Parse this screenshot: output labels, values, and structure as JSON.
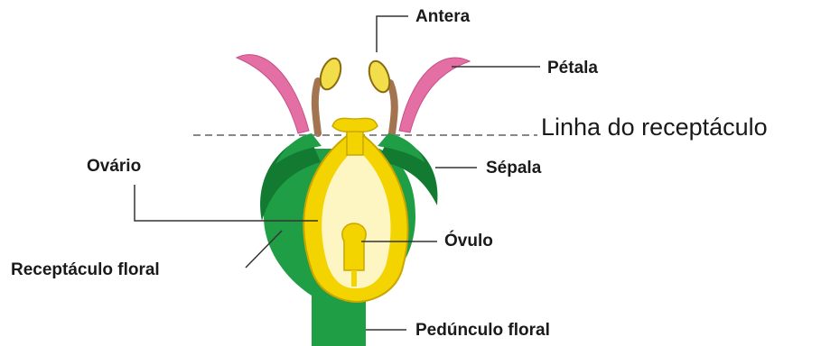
{
  "labels": {
    "antera": "Antera",
    "petala": "Pétala",
    "linha_receptaculo": "Linha do receptáculo",
    "ovario": "Ovário",
    "sepala": "Sépala",
    "ovulo": "Óvulo",
    "receptaculo_floral": "Receptáculo floral",
    "pedunculo_floral": "Pedúnculo floral"
  },
  "colors": {
    "sepal_receptacle_green": "#1f9e45",
    "sepal_dark_green": "#137a32",
    "ovary_yellow": "#f4d400",
    "ovary_inner": "#fdf6c2",
    "ovule_yellow": "#f4d400",
    "petal_pink": "#e46fa4",
    "petal_light": "#f3b9d3",
    "filament_brown": "#a3744f",
    "anther_yellow": "#f2dd4a",
    "leader_line": "#333333",
    "dashed_line": "#888888"
  }
}
